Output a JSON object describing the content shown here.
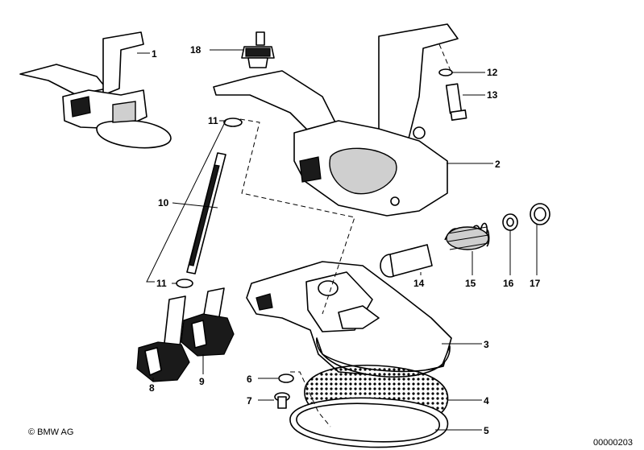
{
  "callouts": [
    {
      "id": "1",
      "label": "1"
    },
    {
      "id": "2",
      "label": "2"
    },
    {
      "id": "3",
      "label": "3"
    },
    {
      "id": "4",
      "label": "4"
    },
    {
      "id": "5",
      "label": "5"
    },
    {
      "id": "6",
      "label": "6"
    },
    {
      "id": "7",
      "label": "7"
    },
    {
      "id": "8",
      "label": "8"
    },
    {
      "id": "9",
      "label": "9"
    },
    {
      "id": "10",
      "label": "10"
    },
    {
      "id": "11a",
      "label": "11"
    },
    {
      "id": "11b",
      "label": "11"
    },
    {
      "id": "12",
      "label": "12"
    },
    {
      "id": "13",
      "label": "13"
    },
    {
      "id": "14",
      "label": "14"
    },
    {
      "id": "15",
      "label": "15"
    },
    {
      "id": "16",
      "label": "16"
    },
    {
      "id": "17",
      "label": "17"
    },
    {
      "id": "18",
      "label": "18"
    }
  ],
  "footer": {
    "copyright": "© BMW AG",
    "diagram_number": "00000203"
  }
}
